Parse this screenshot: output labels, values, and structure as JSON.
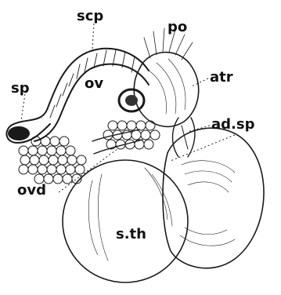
{
  "figure": {
    "labels": {
      "scp": "scp",
      "po": "po",
      "sp": "sp",
      "atr": "atr",
      "ov": "ov",
      "ad_sp": "ad.sp",
      "ovd": "ovd",
      "s_th": "s.th"
    }
  }
}
